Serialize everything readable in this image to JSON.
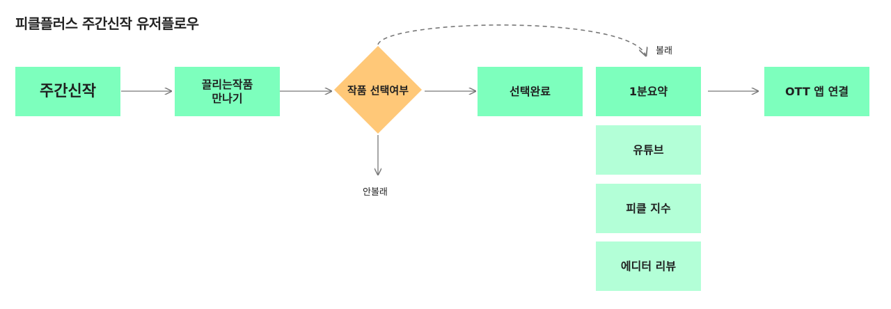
{
  "title": "피클플러스 주간신작 유저플로우",
  "nodes": {
    "weekly_new": "주간신작",
    "discover_line1": "끌리는작품",
    "discover_line2": "만나기",
    "decision": "작품 선택여부",
    "select_done": "선택완료",
    "summary": "1분요약",
    "youtube": "유튜브",
    "pickle_index": "피클 지수",
    "editor_review": "에디터 리뷰",
    "ott_link": "OTT 앱 연결"
  },
  "edge_labels": {
    "watch": "볼래",
    "not_watch": "안볼래"
  },
  "colors": {
    "primary_node": "#7dffbd",
    "secondary_node": "#b3ffd7",
    "decision_node": "#ffc878",
    "connector": "#777777"
  }
}
